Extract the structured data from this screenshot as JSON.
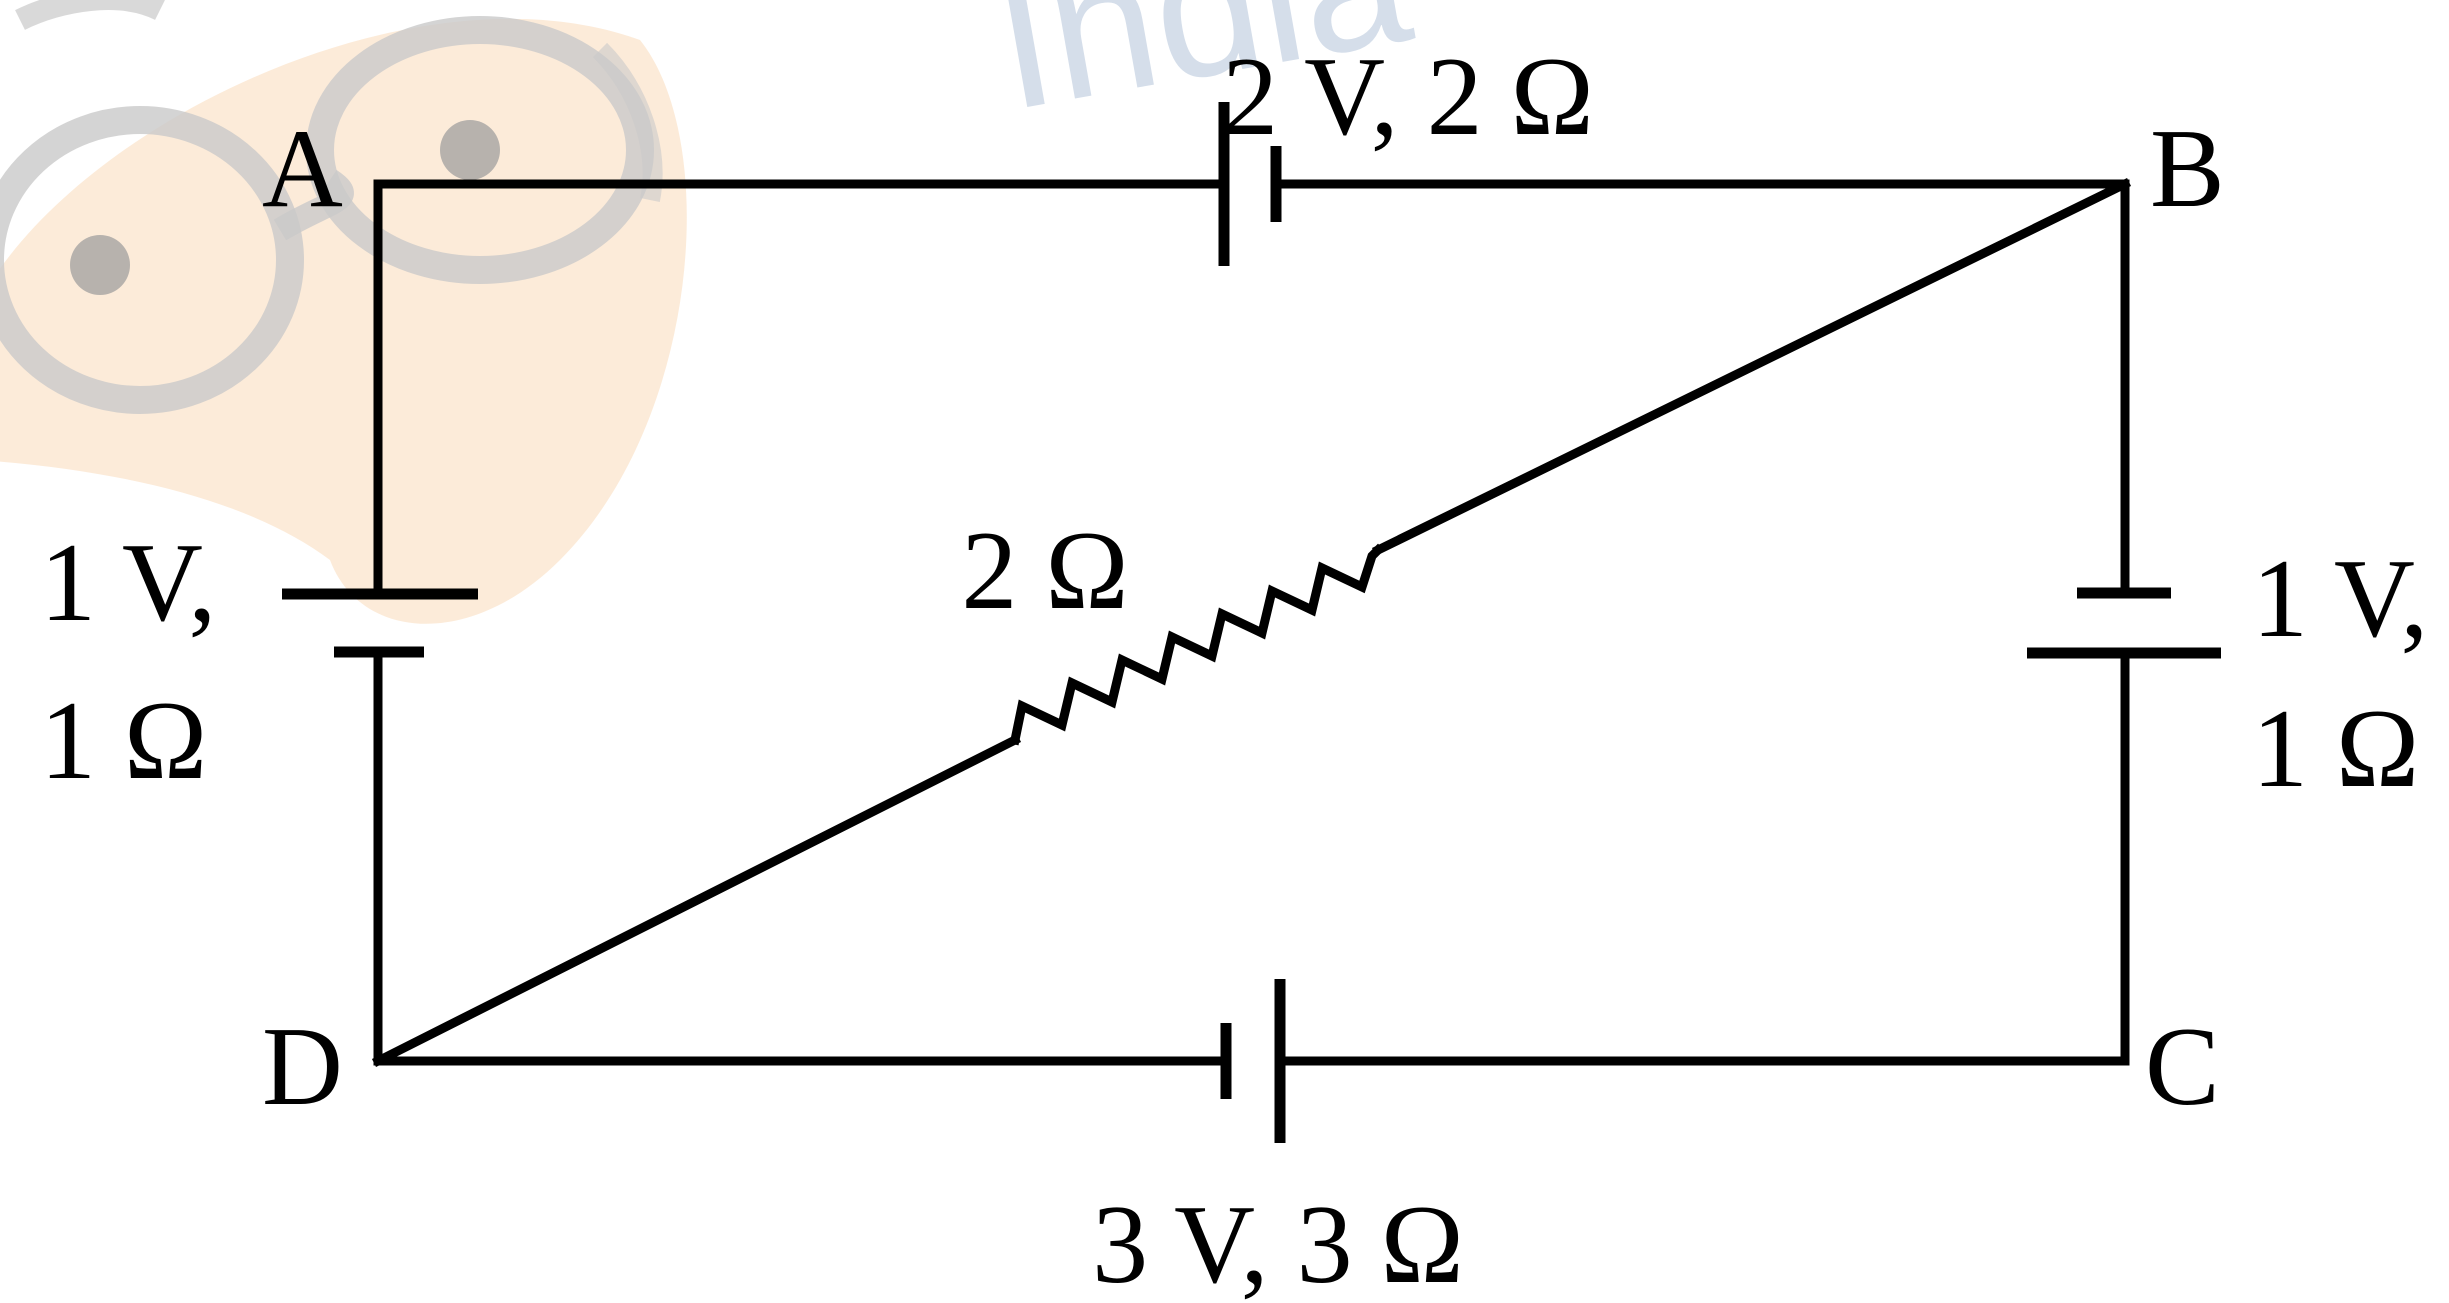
{
  "watermark": {
    "text": "India",
    "mascot_icon": "cartoon-face-with-glasses-icon",
    "face_color": "#fbe3c9",
    "outline_color": "#c9c9c9",
    "text_color": "#c7d4e4"
  },
  "nodes": {
    "A": "A",
    "B": "B",
    "C": "C",
    "D": "D"
  },
  "components": {
    "battery_ab": {
      "label": "2 V, 2 Ω"
    },
    "battery_ad": {
      "label_line1": "1 V,",
      "label_line2": "1 Ω"
    },
    "battery_bc": {
      "label_line1": "1 V,",
      "label_line2": "1 Ω"
    },
    "battery_dc": {
      "label": "3 V, 3 Ω"
    },
    "resistor_db": {
      "label": "2 Ω"
    }
  },
  "colors": {
    "wire": "#000000",
    "background": "#ffffff"
  }
}
